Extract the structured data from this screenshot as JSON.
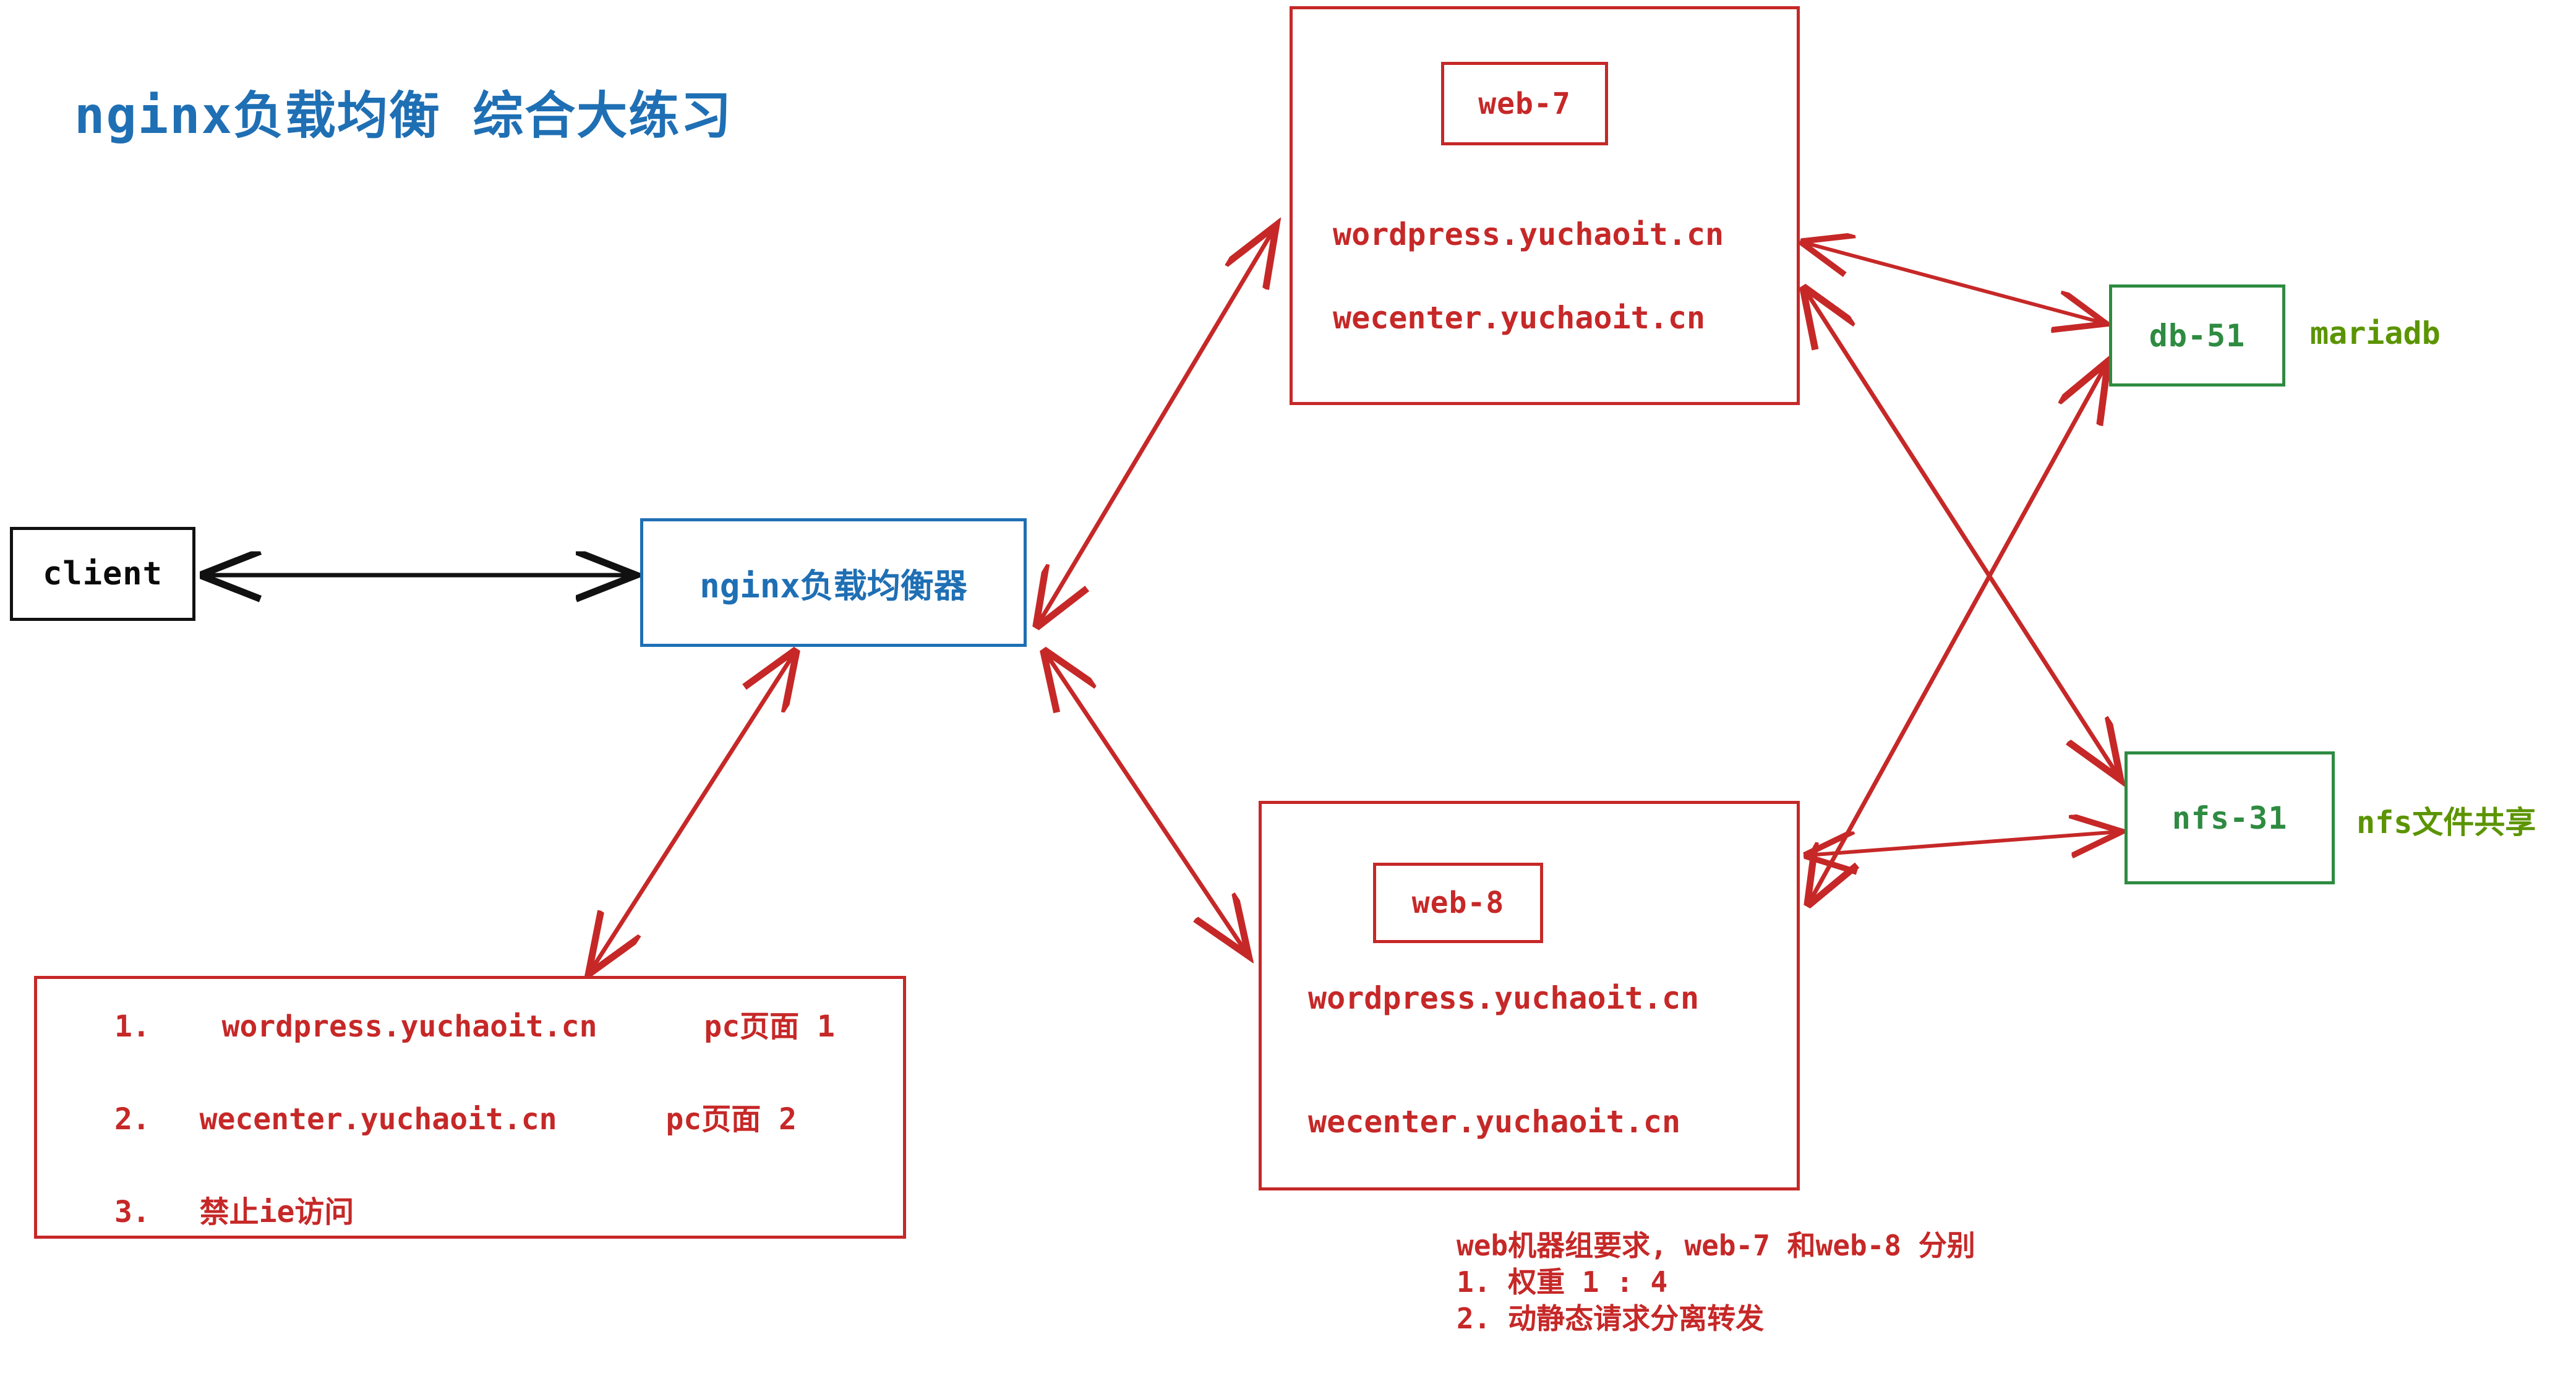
{
  "page": {
    "title": "nginx负载均衡 综合大练习",
    "colors": {
      "title_blue": "#1f6fb4",
      "red": "#c62828",
      "green": "#2e8b41",
      "olive_green": "#5b9400",
      "black": "#111111",
      "background": "#ffffff"
    }
  },
  "nodes": {
    "client": {
      "label": "client"
    },
    "load_balancer": {
      "label": "nginx负载均衡器"
    },
    "web7": {
      "chip_label": "web-7",
      "hosts": [
        "wordpress.yuchaoit.cn",
        "wecenter.yuchaoit.cn"
      ]
    },
    "web8": {
      "chip_label": "web-8",
      "hosts": [
        "wordpress.yuchaoit.cn",
        "wecenter.yuchaoit.cn"
      ]
    },
    "db": {
      "label": "db-51",
      "note": "mariadb"
    },
    "nfs": {
      "label": "nfs-31",
      "note": "nfs文件共享"
    }
  },
  "requirements_box": {
    "items": [
      {
        "num": "1.",
        "domain": "wordpress.yuchaoit.cn",
        "page": "pc页面 1"
      },
      {
        "num": "2.",
        "domain": "wecenter.yuchaoit.cn",
        "page": "pc页面 2"
      },
      {
        "num": "3.",
        "domain": "禁止ie访问",
        "page": ""
      }
    ]
  },
  "web_group_note": {
    "lines": [
      "web机器组要求, web-7 和web-8 分别",
      "1.   权重 1 : 4",
      "2.   动静态请求分离转发"
    ]
  },
  "edges": [
    {
      "from": "client",
      "to": "load_balancer",
      "style": "double-arrow",
      "color": "#111111"
    },
    {
      "from": "load_balancer",
      "to": "web7",
      "style": "double-arrow",
      "color": "#c62828"
    },
    {
      "from": "load_balancer",
      "to": "web8",
      "style": "double-arrow",
      "color": "#c62828"
    },
    {
      "from": "load_balancer",
      "to": "requirements_box",
      "style": "double-arrow",
      "color": "#c62828"
    },
    {
      "from": "web7",
      "to": "db",
      "style": "double-arrow",
      "color": "#c62828"
    },
    {
      "from": "web7",
      "to": "nfs",
      "style": "double-arrow",
      "color": "#c62828"
    },
    {
      "from": "web8",
      "to": "db",
      "style": "double-arrow",
      "color": "#c62828"
    },
    {
      "from": "web8",
      "to": "nfs",
      "style": "double-arrow",
      "color": "#c62828"
    }
  ]
}
